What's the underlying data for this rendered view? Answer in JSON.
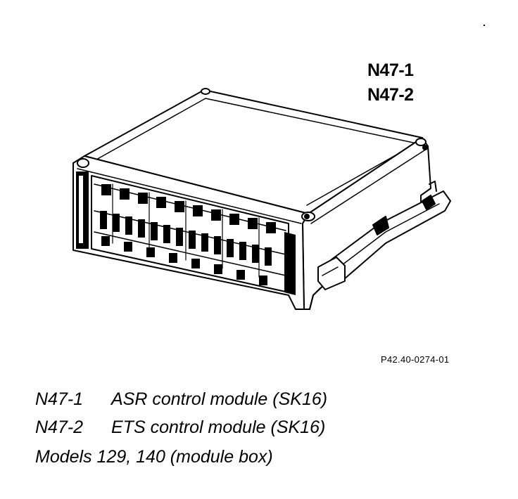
{
  "callouts": [
    "N47-1",
    "N47-2"
  ],
  "figure_ref": "P42.40-0274-01",
  "legend": [
    {
      "code": "N47-1",
      "text": "ASR control module (SK16)"
    },
    {
      "code": "N47-2",
      "text": "ETS control module (SK16)"
    }
  ],
  "note": "Models 129, 140 (module box)",
  "drawing": {
    "stroke": "#000000",
    "background": "#ffffff"
  }
}
